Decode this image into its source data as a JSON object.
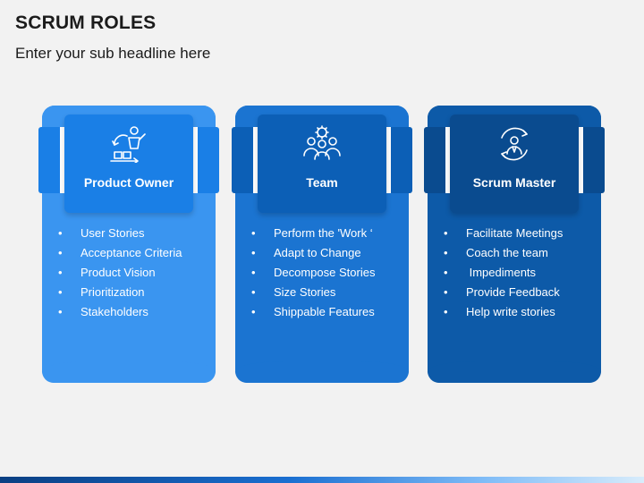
{
  "header": {
    "title": "SCRUM ROLES",
    "subtitle": "Enter your sub headline here"
  },
  "cards": [
    {
      "label": "Product Owner",
      "icon": "product-owner-icon",
      "items": [
        "User Stories",
        "Acceptance Criteria",
        "Product Vision",
        "Prioritization",
        "Stakeholders"
      ]
    },
    {
      "label": "Team",
      "icon": "team-icon",
      "items": [
        "Perform the 'Work ‘",
        "Adapt to Change",
        "Decompose Stories",
        "Size Stories",
        "Shippable Features"
      ]
    },
    {
      "label": "Scrum Master",
      "icon": "scrum-master-icon",
      "items": [
        "Facilitate Meetings",
        "Coach the team",
        " Impediments",
        "Provide Feedback",
        "Help write stories"
      ]
    }
  ],
  "colors": {
    "background": "#f2f2f2",
    "card1": "#3a95f0",
    "card2": "#1b74d1",
    "card3": "#0d5aa8"
  }
}
